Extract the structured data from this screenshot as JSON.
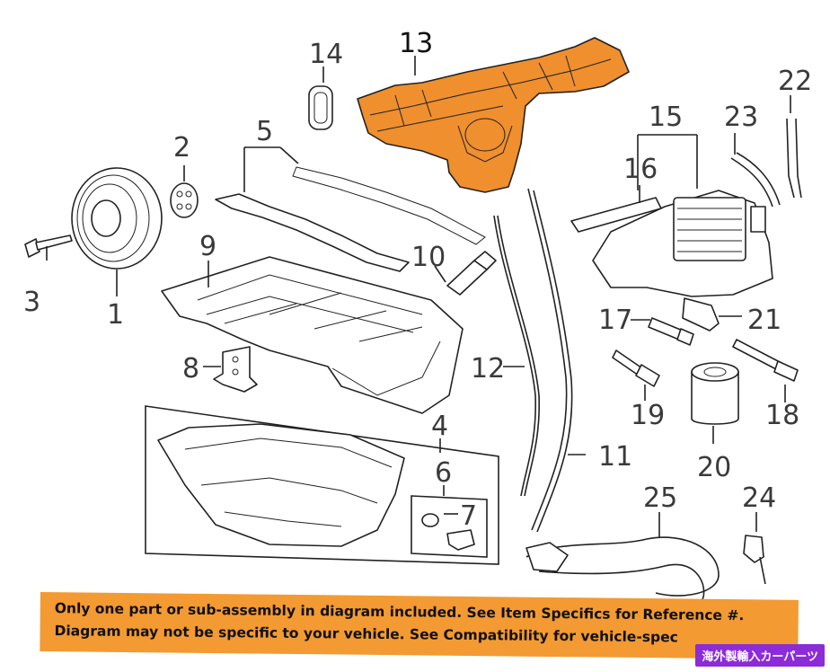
{
  "callouts": {
    "c1": "1",
    "c2": "2",
    "c3": "3",
    "c4": "4",
    "c5": "5",
    "c6": "6",
    "c7": "7",
    "c8": "8",
    "c9": "9",
    "c10": "10",
    "c11": "11",
    "c12": "12",
    "c13": "13",
    "c14": "14",
    "c15": "15",
    "c16": "16",
    "c17": "17",
    "c18": "18",
    "c19": "19",
    "c20": "20",
    "c21": "21",
    "c22": "22",
    "c23": "23",
    "c24": "24",
    "c25": "25"
  },
  "highlight_color": "#ef8f2e",
  "disclaimer": {
    "line1": "Only one part or sub-assembly in diagram included. See Item Specifics for Reference #.",
    "line2": "Diagram may not be specific to your vehicle. See Compatibility for vehicle-spec",
    "bg_color": "#f39a33"
  },
  "badge": {
    "label": "海外製輸入カーパーツ",
    "bg_color": "#8c2bd8"
  }
}
